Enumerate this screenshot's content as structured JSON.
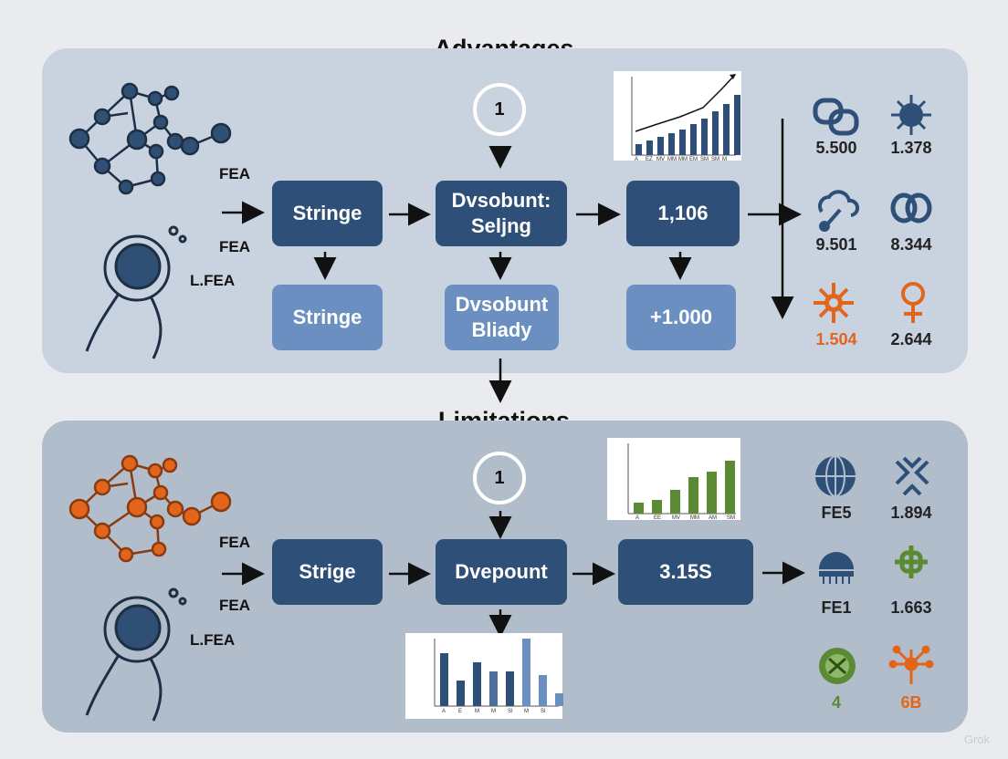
{
  "advantages": {
    "title": "Advantages",
    "side_labels": [
      "FEA",
      "FEA",
      "L.FEA"
    ],
    "step_number": "1",
    "boxes": {
      "stringe_top": "Stringe",
      "dvsobunt_top": "Dvsobunt:\nSeljng",
      "value_top": "1,106",
      "stringe_bottom": "Stringe",
      "dvsobunt_bottom": "Dvsobunt\nBliady",
      "value_bottom": "+1.000"
    },
    "chart_x_labels": [
      "A",
      "EZ",
      "MV",
      "MM",
      "MM",
      "EM",
      "SM",
      "SM",
      "M"
    ],
    "metrics": [
      {
        "icon": "knot-icon",
        "value": "5.500",
        "color": "#2e4f78"
      },
      {
        "icon": "gear-sun-icon",
        "value": "1.378",
        "color": "#2e4f78"
      },
      {
        "icon": "cloud-wrench-icon",
        "value": "9.501",
        "color": "#2e4f78"
      },
      {
        "icon": "infinity-loop-icon",
        "value": "8.344",
        "color": "#2e4f78"
      },
      {
        "icon": "orange-gear-icon",
        "value": "1.504",
        "color": "#e2651c"
      },
      {
        "icon": "female-symbol-icon",
        "value": "2.644",
        "color": "#e2651c"
      }
    ]
  },
  "limitations": {
    "title": "Limitations",
    "side_labels": [
      "FEA",
      "FEA",
      "L.FEA"
    ],
    "step_number": "1",
    "boxes": {
      "stringe": "Strige",
      "dvepount": "Dvepount",
      "value": "3.15S"
    },
    "chart_top_x_labels": [
      "A",
      "EE",
      "MV",
      "MM",
      "AM",
      "SM"
    ],
    "chart_bottom_x_labels": [
      "A",
      "E",
      "M",
      "M",
      "SI",
      "M",
      "Si"
    ],
    "metrics": [
      {
        "icon": "globe-grid-icon",
        "value": "FE5",
        "color": "#2e4f78"
      },
      {
        "icon": "snowflake-x-icon",
        "value": "1.894",
        "color": "#2e4f78"
      },
      {
        "icon": "dome-icon",
        "value": "FE1",
        "color": "#2e4f78"
      },
      {
        "icon": "green-knot-icon",
        "value": "1.663",
        "color": "#5a8a33"
      },
      {
        "icon": "green-circle-icon",
        "value": "4",
        "color": "#5a8a33"
      },
      {
        "icon": "orange-network-icon",
        "value": "6B",
        "color": "#e2651c"
      }
    ]
  },
  "watermark": "Grok",
  "colors": {
    "dark_blue": "#2e4f78",
    "light_blue": "#6b8fc0",
    "orange": "#e2651c",
    "green": "#5a8a33"
  }
}
